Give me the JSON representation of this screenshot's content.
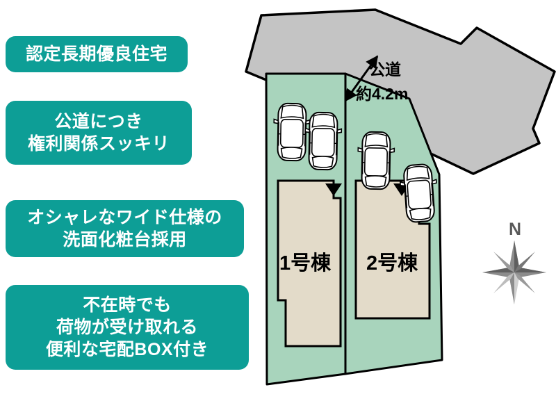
{
  "features": {
    "items": [
      {
        "id": "certified-long-life-housing",
        "text": "認定長期優良住宅"
      },
      {
        "id": "public-road-clear-rights",
        "text": "公道につき\n権利関係スッキリ"
      },
      {
        "id": "stylish-wide-vanity",
        "text": "オシャレなワイド仕様の\n洗面化粧台採用"
      },
      {
        "id": "delivery-box",
        "text": "不在時でも\n荷物が受け取れる\n便利な宅配BOX付き"
      }
    ]
  },
  "map": {
    "road": {
      "label_line1": "公道",
      "label_line2": "約4.2m",
      "width_value": "約4.2m",
      "name": "公道",
      "fill": "#c4c4c4",
      "stroke": "#000000"
    },
    "lots": [
      {
        "id": "lot-1",
        "label": "1号棟",
        "fill": "#a8d4bc"
      },
      {
        "id": "lot-2",
        "label": "2号棟",
        "fill": "#a8d4bc"
      }
    ],
    "buildings": [
      {
        "id": "building-1",
        "label": "1号棟",
        "fill": "#e3dbc9"
      },
      {
        "id": "building-2",
        "label": "2号棟",
        "fill": "#e3dbc9"
      }
    ],
    "entrance_markers": [
      {
        "id": "entrance-1",
        "for": "1号棟"
      },
      {
        "id": "entrance-2",
        "for": "2号棟"
      }
    ],
    "cars": [
      {
        "id": "car-1",
        "lot": "1号棟"
      },
      {
        "id": "car-2",
        "lot": "1号棟"
      },
      {
        "id": "car-3",
        "lot": "2号棟"
      },
      {
        "id": "car-4",
        "lot": "2号棟"
      }
    ],
    "compass": {
      "north_label": "N",
      "color": "#6e6e6e"
    }
  },
  "colors": {
    "badge_teal": "#0d9e96",
    "badge_text": "#ffffff",
    "lot_green": "#a8d4bc",
    "building_beige": "#e3dbc9",
    "road_gray": "#c4c4c4",
    "outline_black": "#000000",
    "compass_gray": "#6e6e6e",
    "page_background": "#ffffff"
  }
}
